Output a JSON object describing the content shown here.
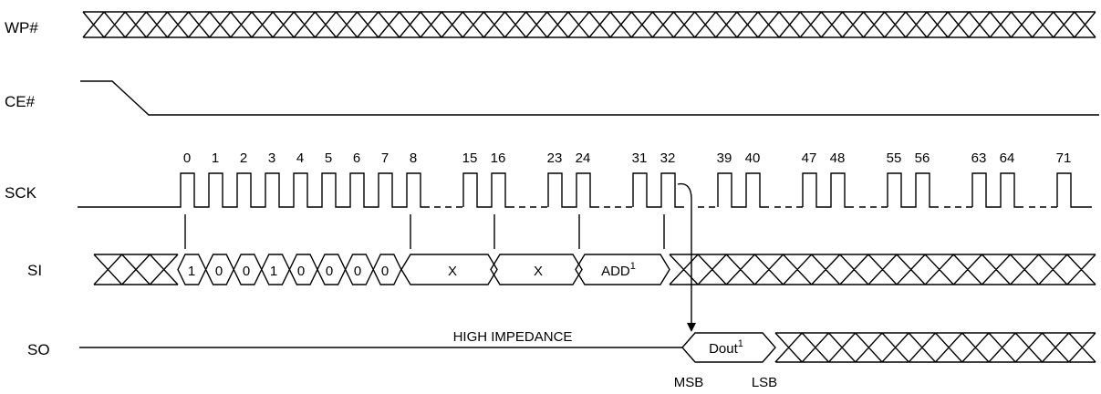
{
  "signals": {
    "wp": "WP#",
    "ce": "CE#",
    "sck": "SCK",
    "si": "SI",
    "so": "SO"
  },
  "clock_numbers": [
    "0",
    "1",
    "2",
    "3",
    "4",
    "5",
    "6",
    "7",
    "8",
    "15",
    "16",
    "23",
    "24",
    "31",
    "32",
    "39",
    "40",
    "47",
    "48",
    "55",
    "56",
    "63",
    "64",
    "71"
  ],
  "si_bits": [
    "1",
    "0",
    "0",
    "1",
    "0",
    "0",
    "0",
    "0"
  ],
  "si_fields": {
    "addr_byte_1": "X",
    "addr_byte_2": "X",
    "addr_byte_3": "ADD",
    "addr_sup": "1"
  },
  "so": {
    "high_impedance": "HIGH IMPEDANCE",
    "dout": "Dout",
    "dout_sup": "1",
    "msb": "MSB",
    "lsb": "LSB"
  }
}
